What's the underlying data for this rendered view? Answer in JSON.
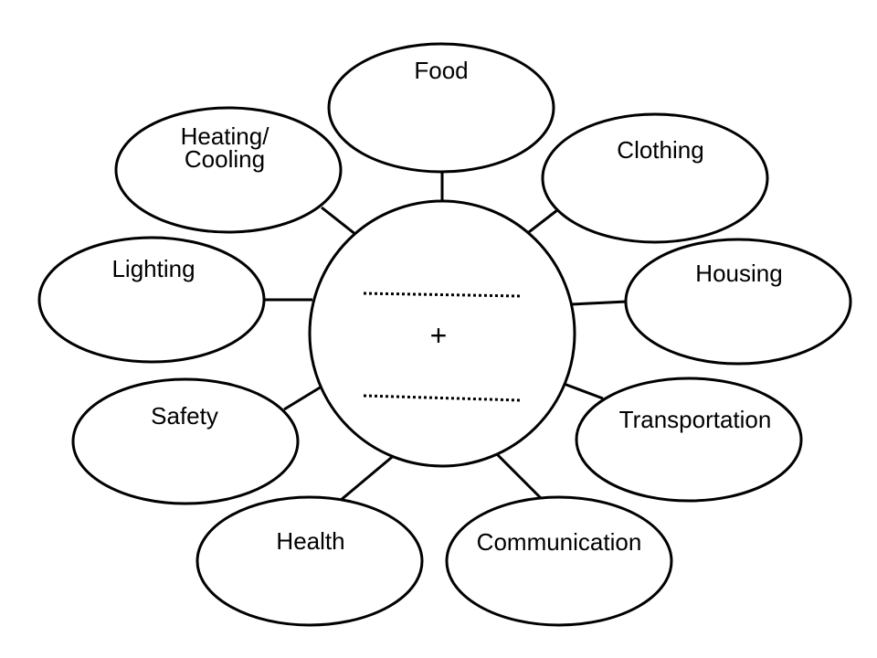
{
  "center": {
    "symbol": "+"
  },
  "nodes": [
    {
      "id": "food",
      "label": "Food"
    },
    {
      "id": "clothing",
      "label": "Clothing"
    },
    {
      "id": "housing",
      "label": "Housing"
    },
    {
      "id": "transportation",
      "label": "Transportation"
    },
    {
      "id": "communication",
      "label": "Communication"
    },
    {
      "id": "health",
      "label": "Health"
    },
    {
      "id": "safety",
      "label": "Safety"
    },
    {
      "id": "lighting",
      "label": "Lighting"
    },
    {
      "id": "heating-cooling",
      "label_line1": "Heating/",
      "label_line2": "Cooling"
    }
  ],
  "colors": {
    "stroke": "#000000",
    "fill": "#ffffff"
  }
}
